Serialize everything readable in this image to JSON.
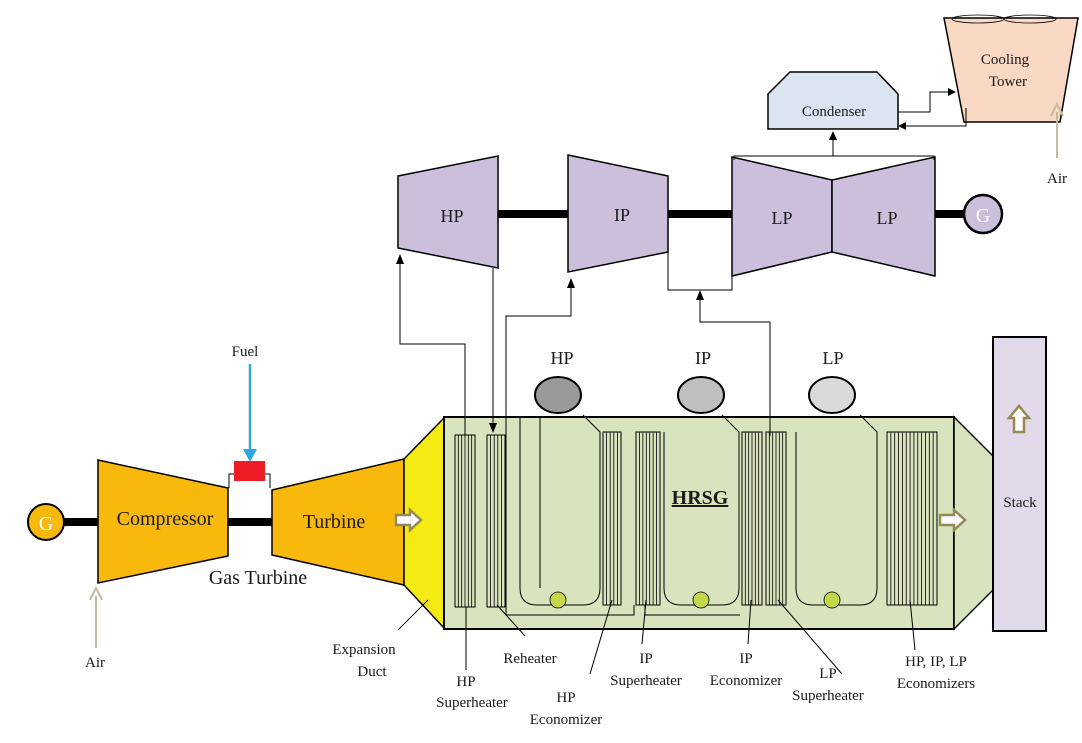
{
  "labels": {
    "fuel": "Fuel",
    "compressor": "Compressor",
    "turbine": "Turbine",
    "gas_turbine": "Gas Turbine",
    "generator": "G",
    "air_left": "Air",
    "air_right": "Air",
    "hp_turbine": "HP",
    "ip_turbine": "IP",
    "lp_turbine_1": "LP",
    "lp_turbine_2": "LP",
    "condenser": "Condenser",
    "cooling_tower_1": "Cooling",
    "cooling_tower_2": "Tower",
    "hrsg": "HRSG",
    "stack": "Stack",
    "drum_hp": "HP",
    "drum_ip": "IP",
    "drum_lp": "LP",
    "expansion_duct_1": "Expansion",
    "expansion_duct_2": "Duct",
    "hp_superheater_1": "HP",
    "hp_superheater_2": "Superheater",
    "reheater": "Reheater",
    "hp_economizer_1": "HP",
    "hp_economizer_2": "Economizer",
    "ip_superheater_1": "IP",
    "ip_superheater_2": "Superheater",
    "ip_economizer_1": "IP",
    "ip_economizer_2": "Economizer",
    "lp_superheater_1": "LP",
    "lp_superheater_2": "Superheater",
    "economizers_1": "HP, IP, LP",
    "economizers_2": "Economizers"
  },
  "colors": {
    "compressor": "#f8b90c",
    "expansion_duct": "#f5ea13",
    "steam_turbine": "#cbbfdc",
    "condenser": "#dbe5f1",
    "cooling_tower": "#fad9c4",
    "hrsg": "#d7e4bd",
    "stack": "#e2d9ea",
    "fuel_line": "#2aa9e0",
    "burner": "#ee1c24",
    "air_arrow": "#c4bc9c",
    "flow_arrow": "#948a54",
    "drum_hp": "#999999",
    "drum_ip": "#bfbfbf",
    "drum_lp": "#d9d9d9",
    "mud_drum": "#c5d64b"
  }
}
